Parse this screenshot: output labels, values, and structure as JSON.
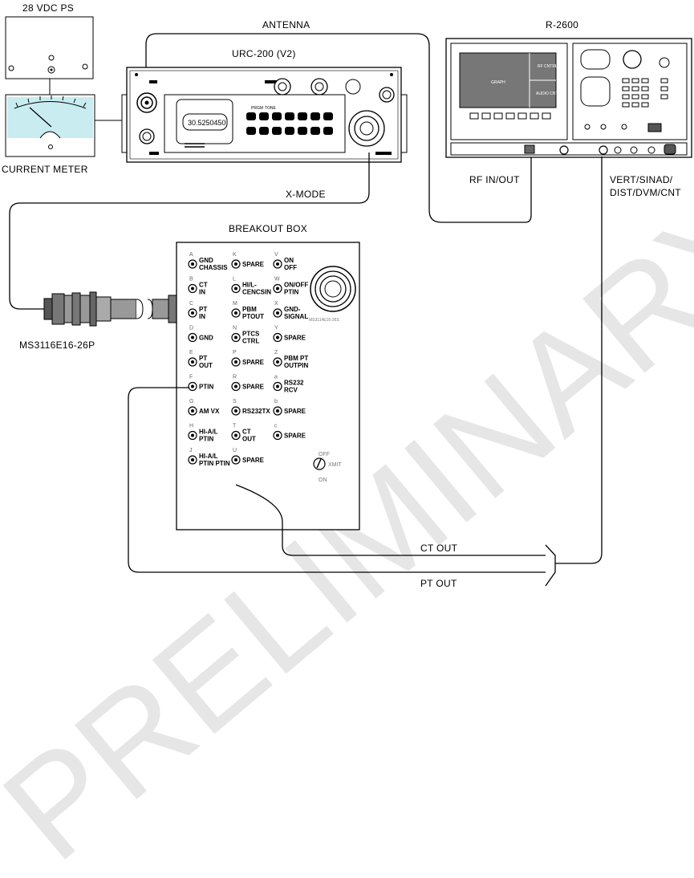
{
  "labels": {
    "power_supply": "28 VDC PS",
    "current_meter": "CURRENT METER",
    "antenna": "ANTENNA",
    "radio": "URC-200 (V2)",
    "test_set": "R-2600",
    "rf_in_out": "RF IN/OUT",
    "vert_line1": "VERT/SINAD/",
    "vert_line2": "DIST/DVM/CNT",
    "x_mode": "X-MODE",
    "breakout_box": "BREAKOUT BOX",
    "connector": "MS3116E16-26P",
    "ct_out": "CT OUT",
    "pt_out": "PT OUT",
    "radio_display": "30.5250450",
    "watermark": "PRELIMINARY",
    "connector_small": "MS3114E16-26S",
    "switch_off": "OFF",
    "switch_on": "ON",
    "switch_xmit": "XMIT"
  },
  "pins": [
    {
      "letter": "A",
      "l1": "GND",
      "l2": "CHASSIS"
    },
    {
      "letter": "K",
      "l1": "SPARE",
      "l2": ""
    },
    {
      "letter": "V",
      "l1": "ON",
      "l2": "OFF"
    },
    {
      "letter": "B",
      "l1": "CT",
      "l2": "IN"
    },
    {
      "letter": "L",
      "l1": "HI/L-",
      "l2": "CENCSIN"
    },
    {
      "letter": "W",
      "l1": "ON/OFF",
      "l2": "PTIN"
    },
    {
      "letter": "C",
      "l1": "PT",
      "l2": "IN"
    },
    {
      "letter": "M",
      "l1": "PBM",
      "l2": "PTOUT"
    },
    {
      "letter": "X",
      "l1": "GND-",
      "l2": "SIGNAL"
    },
    {
      "letter": "D",
      "l1": "GND",
      "l2": ""
    },
    {
      "letter": "N",
      "l1": "PTCS",
      "l2": "CTRL"
    },
    {
      "letter": "Y",
      "l1": "SPARE",
      "l2": ""
    },
    {
      "letter": "E",
      "l1": "PT",
      "l2": "OUT"
    },
    {
      "letter": "P",
      "l1": "SPARE",
      "l2": ""
    },
    {
      "letter": "Z",
      "l1": "PBM PT",
      "l2": "OUTPIN"
    },
    {
      "letter": "F",
      "l1": "PTIN",
      "l2": ""
    },
    {
      "letter": "R",
      "l1": "SPARE",
      "l2": ""
    },
    {
      "letter": "a",
      "l1": "RS232",
      "l2": "RCV"
    },
    {
      "letter": "G",
      "l1": "AM VX",
      "l2": ""
    },
    {
      "letter": "S",
      "l1": "RS232TX",
      "l2": ""
    },
    {
      "letter": "b",
      "l1": "SPARE",
      "l2": ""
    },
    {
      "letter": "H",
      "l1": "HI-A/L",
      "l2": "PTIN"
    },
    {
      "letter": "T",
      "l1": "CT",
      "l2": "OUT"
    },
    {
      "letter": "c",
      "l1": "SPARE",
      "l2": ""
    },
    {
      "letter": "J",
      "l1": "HI-A/L",
      "l2": "PTIN PTIN"
    },
    {
      "letter": "U",
      "l1": "SPARE",
      "l2": ""
    }
  ]
}
